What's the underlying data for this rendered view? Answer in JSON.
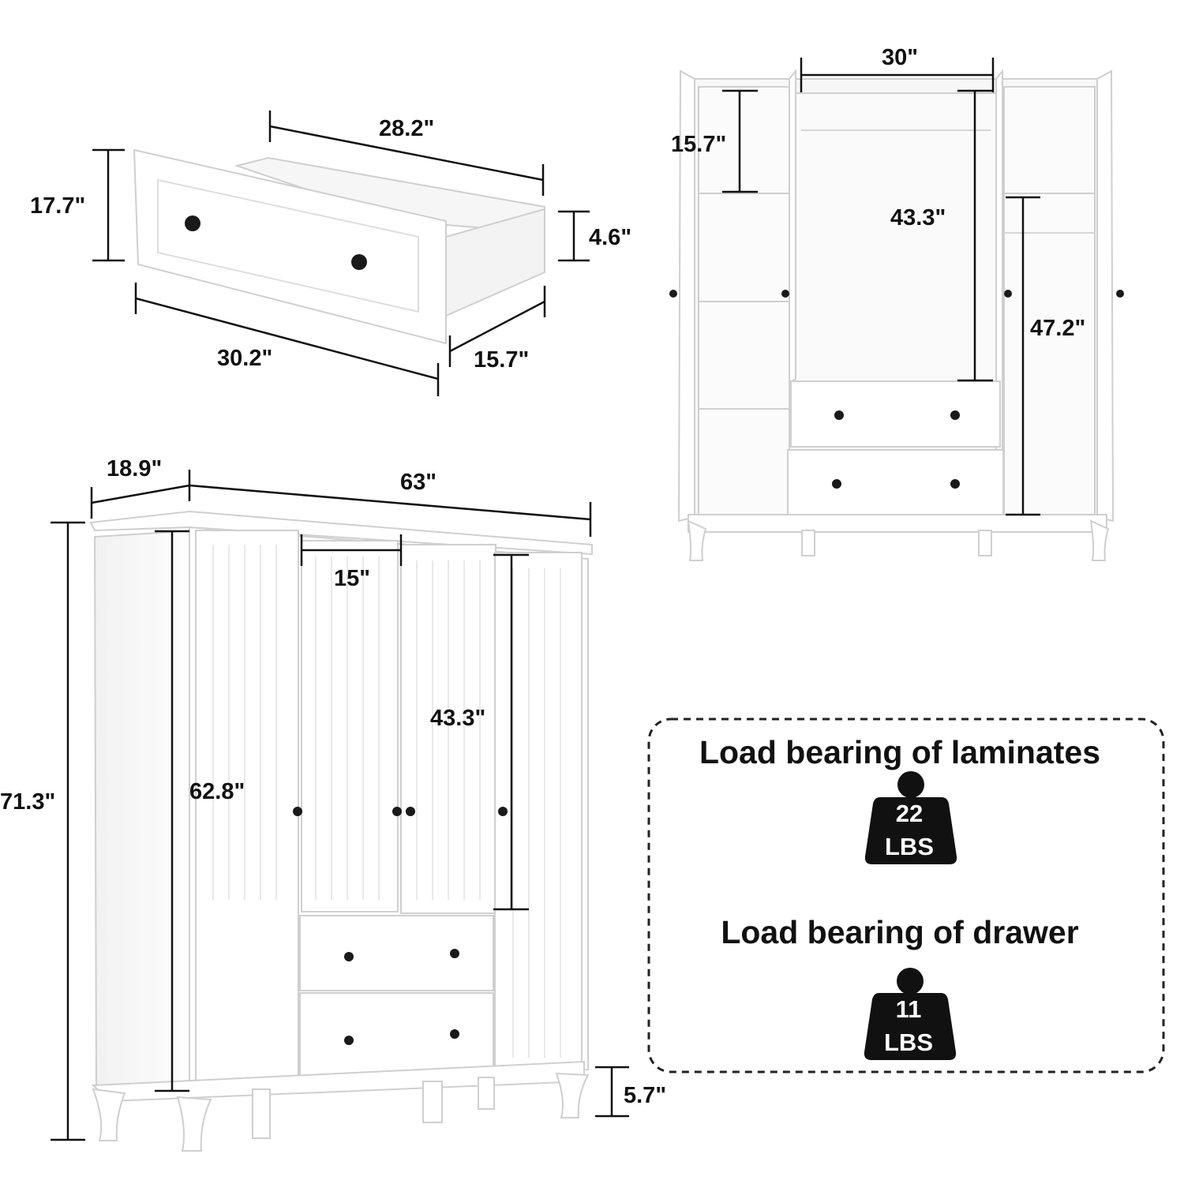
{
  "drawer_diagram": {
    "back_width": "28.2\"",
    "height": "17.7\"",
    "front_height": "4.6\"",
    "front_width": "30.2\"",
    "depth": "15.7\""
  },
  "interior_diagram": {
    "hanging_width": "30\"",
    "top_shelf_height": "15.7\"",
    "hanging_height": "43.3\"",
    "side_hanging_height": "47.2\""
  },
  "wardrobe_diagram": {
    "depth": "18.9\"",
    "width": "63\"",
    "door_width": "15\"",
    "total_height": "71.3\"",
    "body_height": "62.8\"",
    "upper_door_height": "43.3\"",
    "leg_height": "5.7\""
  },
  "load_panel": {
    "laminates_title": "Load bearing of laminates",
    "laminates_weight_value": "22",
    "laminates_weight_unit": "LBS",
    "drawer_title": "Load bearing of drawer",
    "drawer_weight_value": "11",
    "drawer_weight_unit": "LBS"
  },
  "colors": {
    "furniture": "#ffffff",
    "furniture_shadow": "#e8e8e8",
    "outline": "#c9c9c9",
    "dimension_line": "#111111",
    "knob": "#1a1a1a"
  }
}
